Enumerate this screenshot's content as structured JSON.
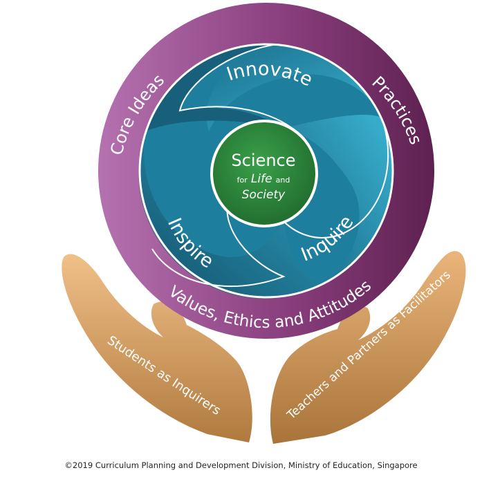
{
  "center": {
    "title": "Science",
    "line2_prefix": "for",
    "line2_italic": "Life",
    "line2_suffix": "and",
    "line3_italic": "Society"
  },
  "inner_labels": {
    "innovate": "Innovate",
    "inspire": "Inspire",
    "inquire": "Inquire"
  },
  "ring_labels": {
    "core_ideas": "Core Ideas",
    "practices": "Practices",
    "values": "Values, Ethics and Attitudes"
  },
  "hands": {
    "left": "Students as Inquirers",
    "right": "Teachers and Partners as Facilitators"
  },
  "caption": "©2019 Curriculum Planning and Development Division, Ministry of Education, Singapore",
  "colors": {
    "ring_purple_light": "#b06cab",
    "ring_purple_dark": "#6e2a5f",
    "teal_light": "#2ea6c6",
    "teal_dark": "#115772",
    "center_green": "#2e8b3e",
    "hand_orange": "#d9a56a"
  }
}
